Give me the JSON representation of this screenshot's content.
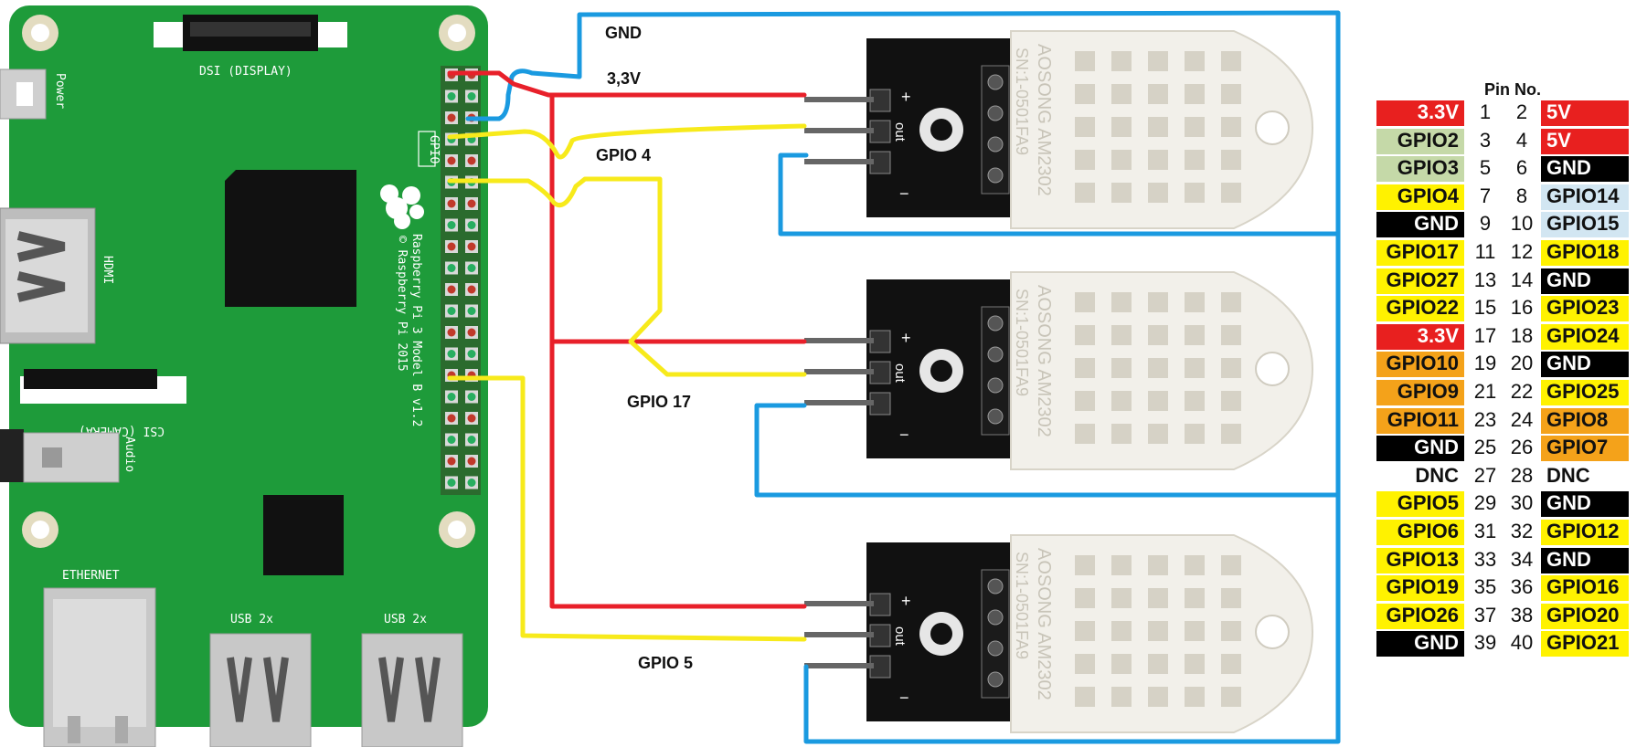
{
  "wire_labels": {
    "gnd": "GND",
    "v33": "3,3V",
    "gpio4": "GPIO 4",
    "gpio17": "GPIO 17",
    "gpio5": "GPIO 5"
  },
  "board": {
    "dsi": "DSI (DISPLAY)",
    "power": "Power",
    "gpio": "GPIO",
    "hdmi": "HDMI",
    "csi": "CSI (CAMERA)",
    "audio": "Audio",
    "ethernet": "ETHERNET",
    "usb1": "USB 2x",
    "usb2": "USB 2x",
    "model": "Raspberry Pi 3 Model B v1.2",
    "copyright": "© Raspberry Pi 2015"
  },
  "sensor": {
    "brand": "AOSONG AM2302",
    "code": "SN:1-0501FA9",
    "plus": "+",
    "out": "out",
    "minus": "−"
  },
  "colors": {
    "board": "#1e9b3a",
    "wire_red": "#e8202a",
    "wire_yellow": "#f7ea1b",
    "wire_blue": "#1a9ae0",
    "sensor_body": "#f2f0ea",
    "sensor_pcb": "#111111"
  },
  "pinout": {
    "title": "Pin No.",
    "rows": [
      {
        "left": "3.3V",
        "n1": "1",
        "n2": "2",
        "right": "5V",
        "lbg": "#e8201f",
        "lfg": "#ffffff",
        "rbg": "#e8201f",
        "rfg": "#ffffff"
      },
      {
        "left": "GPIO2",
        "n1": "3",
        "n2": "4",
        "right": "5V",
        "lbg": "#c5d9a8",
        "lfg": "#111111",
        "rbg": "#e8201f",
        "rfg": "#ffffff"
      },
      {
        "left": "GPIO3",
        "n1": "5",
        "n2": "6",
        "right": "GND",
        "lbg": "#c5d9a8",
        "lfg": "#111111",
        "rbg": "#000000",
        "rfg": "#ffffff"
      },
      {
        "left": "GPIO4",
        "n1": "7",
        "n2": "8",
        "right": "GPIO14",
        "lbg": "#fff200",
        "lfg": "#111111",
        "rbg": "#d2e6f2",
        "rfg": "#111111"
      },
      {
        "left": "GND",
        "n1": "9",
        "n2": "10",
        "right": "GPIO15",
        "lbg": "#000000",
        "lfg": "#ffffff",
        "rbg": "#d2e6f2",
        "rfg": "#111111"
      },
      {
        "left": "GPIO17",
        "n1": "11",
        "n2": "12",
        "right": "GPIO18",
        "lbg": "#fff200",
        "lfg": "#111111",
        "rbg": "#fff200",
        "rfg": "#111111"
      },
      {
        "left": "GPIO27",
        "n1": "13",
        "n2": "14",
        "right": "GND",
        "lbg": "#fff200",
        "lfg": "#111111",
        "rbg": "#000000",
        "rfg": "#ffffff"
      },
      {
        "left": "GPIO22",
        "n1": "15",
        "n2": "16",
        "right": "GPIO23",
        "lbg": "#fff200",
        "lfg": "#111111",
        "rbg": "#fff200",
        "rfg": "#111111"
      },
      {
        "left": "3.3V",
        "n1": "17",
        "n2": "18",
        "right": "GPIO24",
        "lbg": "#e8201f",
        "lfg": "#ffffff",
        "rbg": "#fff200",
        "rfg": "#111111"
      },
      {
        "left": "GPIO10",
        "n1": "19",
        "n2": "20",
        "right": "GND",
        "lbg": "#f4a21a",
        "lfg": "#111111",
        "rbg": "#000000",
        "rfg": "#ffffff"
      },
      {
        "left": "GPIO9",
        "n1": "21",
        "n2": "22",
        "right": "GPIO25",
        "lbg": "#f4a21a",
        "lfg": "#111111",
        "rbg": "#fff200",
        "rfg": "#111111"
      },
      {
        "left": "GPIO11",
        "n1": "23",
        "n2": "24",
        "right": "GPIO8",
        "lbg": "#f4a21a",
        "lfg": "#111111",
        "rbg": "#f4a21a",
        "rfg": "#111111"
      },
      {
        "left": "GND",
        "n1": "25",
        "n2": "26",
        "right": "GPIO7",
        "lbg": "#000000",
        "lfg": "#ffffff",
        "rbg": "#f4a21a",
        "rfg": "#111111"
      },
      {
        "left": "DNC",
        "n1": "27",
        "n2": "28",
        "right": "DNC",
        "lbg": "#ffffff",
        "lfg": "#111111",
        "rbg": "#ffffff",
        "rfg": "#111111"
      },
      {
        "left": "GPIO5",
        "n1": "29",
        "n2": "30",
        "right": "GND",
        "lbg": "#fff200",
        "lfg": "#111111",
        "rbg": "#000000",
        "rfg": "#ffffff"
      },
      {
        "left": "GPIO6",
        "n1": "31",
        "n2": "32",
        "right": "GPIO12",
        "lbg": "#fff200",
        "lfg": "#111111",
        "rbg": "#fff200",
        "rfg": "#111111"
      },
      {
        "left": "GPIO13",
        "n1": "33",
        "n2": "34",
        "right": "GND",
        "lbg": "#fff200",
        "lfg": "#111111",
        "rbg": "#000000",
        "rfg": "#ffffff"
      },
      {
        "left": "GPIO19",
        "n1": "35",
        "n2": "36",
        "right": "GPIO16",
        "lbg": "#fff200",
        "lfg": "#111111",
        "rbg": "#fff200",
        "rfg": "#111111"
      },
      {
        "left": "GPIO26",
        "n1": "37",
        "n2": "38",
        "right": "GPIO20",
        "lbg": "#fff200",
        "lfg": "#111111",
        "rbg": "#fff200",
        "rfg": "#111111"
      },
      {
        "left": "GND",
        "n1": "39",
        "n2": "40",
        "right": "GPIO21",
        "lbg": "#000000",
        "lfg": "#ffffff",
        "rbg": "#fff200",
        "rfg": "#111111"
      }
    ]
  }
}
